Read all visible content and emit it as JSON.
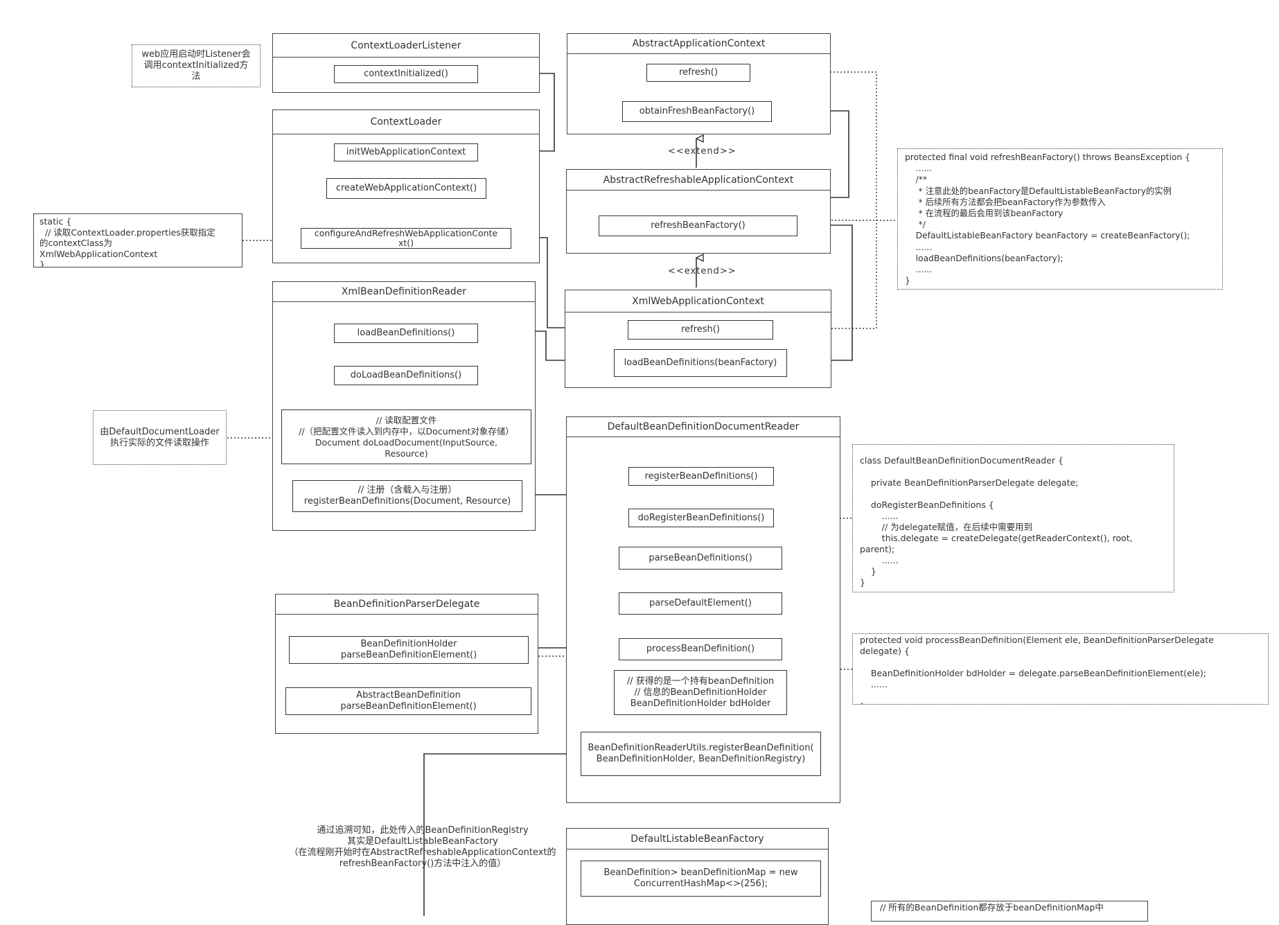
{
  "classes": {
    "context_loader_listener": {
      "title": "ContextLoaderListener",
      "m1": "contextInitialized()"
    },
    "context_loader": {
      "title": "ContextLoader",
      "m1": "initWebApplicationContext",
      "m2": "createWebApplicationContext()",
      "m3": "configureAndRefreshWebApplicationConte\nxt()"
    },
    "xml_bean_definition_reader": {
      "title": "XmlBeanDefinitionReader",
      "m1": "loadBeanDefinitions()",
      "m2": "doLoadBeanDefinitions()",
      "m3": "// 读取配置文件\n//（把配置文件读入到内存中，以Document对象存储）\nDocument doLoadDocument(InputSource,\nResource)",
      "m4": "// 注册（含载入与注册）\nregisterBeanDefinitions(Document, Resource)"
    },
    "bean_definition_parser_delegate": {
      "title": "BeanDefinitionParserDelegate",
      "m1": "BeanDefinitionHolder\nparseBeanDefinitionElement()",
      "m2": "AbstractBeanDefinition\nparseBeanDefinitionElement()"
    },
    "abstract_application_context": {
      "title": "AbstractApplicationContext",
      "m1": "refresh()",
      "m2": "obtainFreshBeanFactory()"
    },
    "abstract_refreshable_application_context": {
      "title": "AbstractRefreshableApplicationContext",
      "m1": "refreshBeanFactory()"
    },
    "xml_web_application_context": {
      "title": "XmlWebApplicationContext",
      "m1": "refresh()",
      "m2": "loadBeanDefinitions(beanFactory)"
    },
    "default_bean_definition_document_reader": {
      "title": "DefaultBeanDefinitionDocumentReader",
      "m1": "registerBeanDefinitions()",
      "m2": "doRegisterBeanDefinitions()",
      "m3": "parseBeanDefinitions()",
      "m4": "parseDefaultElement()",
      "m5": "processBeanDefinition()",
      "m6": "// 获得的是一个持有beanDefinition\n// 信息的BeanDefinitionHolder\nBeanDefinitionHolder bdHolder",
      "m7": "BeanDefinitionReaderUtils.registerBeanDefinition(\nBeanDefinitionHolder, BeanDefinitionRegistry)"
    },
    "default_listable_bean_factory": {
      "title": "DefaultListableBeanFactory",
      "m1": "BeanDefinition> beanDefinitionMap = new\nConcurrentHashMap<>(256);"
    }
  },
  "extend_label_1": "<<extend>>",
  "extend_label_2": "<<extend>>",
  "notes": {
    "listener_note": "web应用启动时Listener会\n调用contextInitialized方\n法",
    "static_note": "static {\n  // 读取ContextLoader.properties获取指定\n的contextClass为\nXmlWebApplicationContext\n}",
    "document_loader_note": "由DefaultDocumentLoader\n执行实际的文件读取操作",
    "refresh_bean_factory_note": "protected final void refreshBeanFactory() throws BeansException {\n    ......\n    /**\n     * 注意此处的beanFactory是DefaultListableBeanFactory的实例\n     * 后续所有方法都会把beanFactory作为参数传入\n     * 在流程的最后会用到该beanFactory\n     */\n    DefaultListableBeanFactory beanFactory = createBeanFactory();\n    ......\n    loadBeanDefinitions(beanFactory);\n    ......\n}",
    "document_reader_note": "class DefaultBeanDefinitionDocumentReader {\n\n    private BeanDefinitionParserDelegate delegate;\n\n    doRegisterBeanDefinitions {\n        ......\n        // 为delegate赋值，在后续中需要用到\n        this.delegate = createDelegate(getReaderContext(), root,\nparent);\n        ......\n    }\n}",
    "process_note": "protected void processBeanDefinition(Element ele, BeanDefinitionParserDelegate\ndelegate) {\n\n    BeanDefinitionHolder bdHolder = delegate.parseBeanDefinitionElement(ele);\n    ......\n\n}",
    "registry_text": "通过追溯可知，此处传入的BeanDefinitionRegistry\n其实是DefaultListableBeanFactory\n（在流程刚开始时在AbstractRefreshableApplicationContext的\nrefreshBeanFactory()方法中注入的值）",
    "bottom_note": "// 所有的BeanDefinition都存放于beanDefinitionMap中"
  }
}
